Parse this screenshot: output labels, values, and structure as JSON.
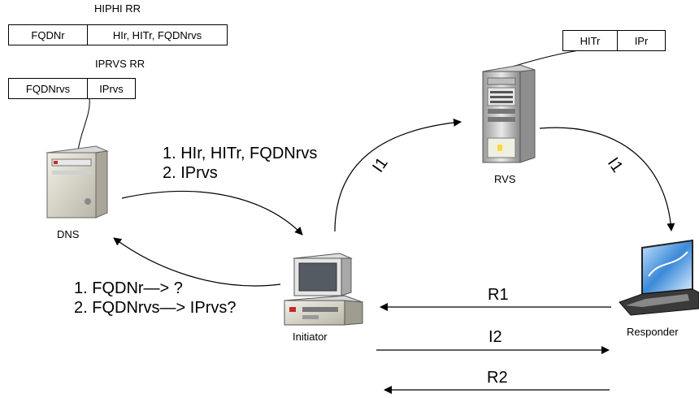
{
  "hiphi_rr": {
    "title": "HIPHI RR",
    "cells": [
      "FQDNr",
      "HIr, HITr, FQDNrvs"
    ]
  },
  "iprvs_rr": {
    "title": "IPRVS RR",
    "cells": [
      "FQDNrvs",
      "IPrvs"
    ]
  },
  "rvs_record": {
    "cells": [
      "HITr",
      "IPr"
    ]
  },
  "nodes": {
    "dns": "DNS",
    "rvs": "RVS",
    "initiator": "Initiator",
    "responder": "Responder"
  },
  "dns_reply": [
    "1. HIr, HITr, FQDNrvs",
    "2. IPrvs"
  ],
  "dns_query": [
    "1. FQDNr—> ?",
    "2. FQDNrvs—> IPrvs?"
  ],
  "messages": {
    "i1_to_rvs": "I1",
    "i1_to_responder": "I1",
    "r1": "R1",
    "i2": "I2",
    "r2": "R2"
  }
}
